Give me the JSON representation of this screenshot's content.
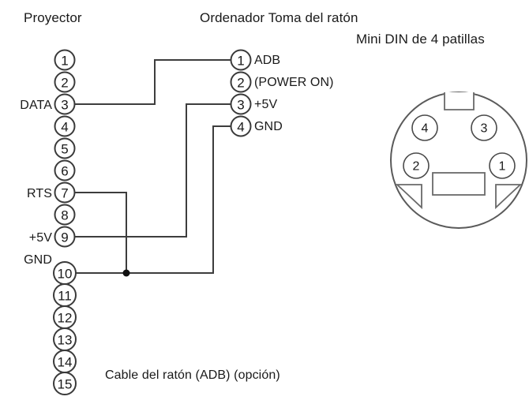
{
  "headings": {
    "projector": "Proyector",
    "computer_port": "Ordenador Toma del ratón",
    "mini_din": "Mini DIN de 4 patillas"
  },
  "caption": "Cable del ratón (ADB) (opción)",
  "projector_connector": {
    "name": "projector-15-pin-connector",
    "pin_count": 15,
    "pins": [
      {
        "number": "1",
        "signal": ""
      },
      {
        "number": "2",
        "signal": ""
      },
      {
        "number": "3",
        "signal": "DATA"
      },
      {
        "number": "4",
        "signal": ""
      },
      {
        "number": "5",
        "signal": ""
      },
      {
        "number": "6",
        "signal": ""
      },
      {
        "number": "7",
        "signal": "RTS"
      },
      {
        "number": "8",
        "signal": ""
      },
      {
        "number": "9",
        "signal": "+5V"
      },
      {
        "number": "10",
        "signal": "GND"
      },
      {
        "number": "11",
        "signal": ""
      },
      {
        "number": "12",
        "signal": ""
      },
      {
        "number": "13",
        "signal": ""
      },
      {
        "number": "14",
        "signal": ""
      },
      {
        "number": "15",
        "signal": ""
      }
    ]
  },
  "computer_connector": {
    "name": "computer-mouse-port-connector",
    "pin_count": 4,
    "pins": [
      {
        "number": "1",
        "signal": "ADB"
      },
      {
        "number": "2",
        "signal": "(POWER ON)"
      },
      {
        "number": "3",
        "signal": "+5V"
      },
      {
        "number": "4",
        "signal": "GND"
      }
    ]
  },
  "mini_din_connector": {
    "name": "mini-din-4-pin-face-view",
    "pins": [
      {
        "number": "4",
        "position": "upper-left"
      },
      {
        "number": "3",
        "position": "upper-right"
      },
      {
        "number": "2",
        "position": "lower-left"
      },
      {
        "number": "1",
        "position": "lower-right"
      }
    ]
  },
  "connections": [
    {
      "from": "projector.3",
      "to": "computer.1",
      "signal": "DATA"
    },
    {
      "from": "projector.9",
      "to": "computer.3",
      "signal": "+5V"
    },
    {
      "from": "projector.10",
      "to": "computer.4",
      "signal": "GND"
    },
    {
      "from": "projector.7",
      "to": "projector.10",
      "signal": "RTS-GND-tie"
    }
  ],
  "colors": {
    "background": "#ffffff",
    "line": "#3d3d3d",
    "text": "#1a1a1a",
    "din_outline": "#5a5a5a"
  }
}
